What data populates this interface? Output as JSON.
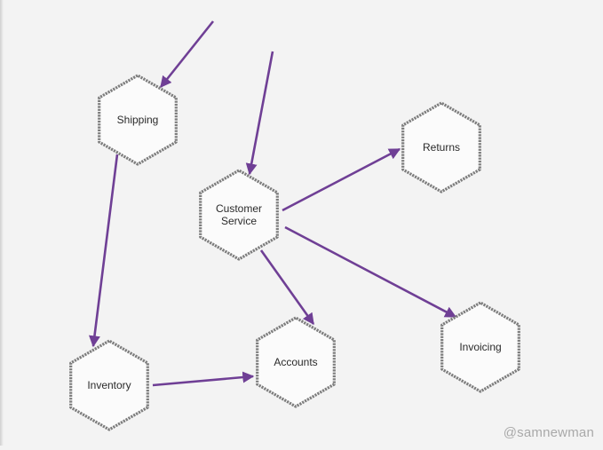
{
  "diagram": {
    "nodes": [
      {
        "id": "shipping",
        "label_lines": [
          "Shipping"
        ]
      },
      {
        "id": "customer-service",
        "label_lines": [
          "Customer",
          "Service"
        ]
      },
      {
        "id": "returns",
        "label_lines": [
          "Returns"
        ]
      },
      {
        "id": "inventory",
        "label_lines": [
          "Inventory"
        ]
      },
      {
        "id": "accounts",
        "label_lines": [
          "Accounts"
        ]
      },
      {
        "id": "invoicing",
        "label_lines": [
          "Invoicing"
        ]
      }
    ],
    "edges": [
      {
        "from": "external",
        "to": "shipping"
      },
      {
        "from": "external",
        "to": "customer-service"
      },
      {
        "from": "shipping",
        "to": "inventory"
      },
      {
        "from": "customer-service",
        "to": "returns"
      },
      {
        "from": "customer-service",
        "to": "accounts"
      },
      {
        "from": "customer-service",
        "to": "invoicing"
      },
      {
        "from": "inventory",
        "to": "accounts"
      }
    ],
    "colors": {
      "edge": "#6f3f95",
      "node_outline": "#7d7d7d",
      "background": "#f3f3f3"
    }
  },
  "watermark": "@samnewman"
}
